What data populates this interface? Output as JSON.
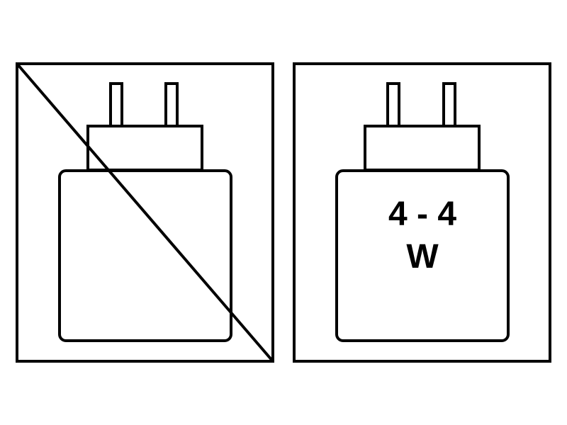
{
  "panels": [
    {
      "id": "not-included",
      "icon": "charger-plug-icon",
      "crossed_out": true
    },
    {
      "id": "power-rating",
      "icon": "charger-plug-icon",
      "crossed_out": false,
      "label_line1": "4 - 4",
      "label_line2": "W"
    }
  ],
  "colors": {
    "stroke": "#000000",
    "background": "#ffffff"
  }
}
